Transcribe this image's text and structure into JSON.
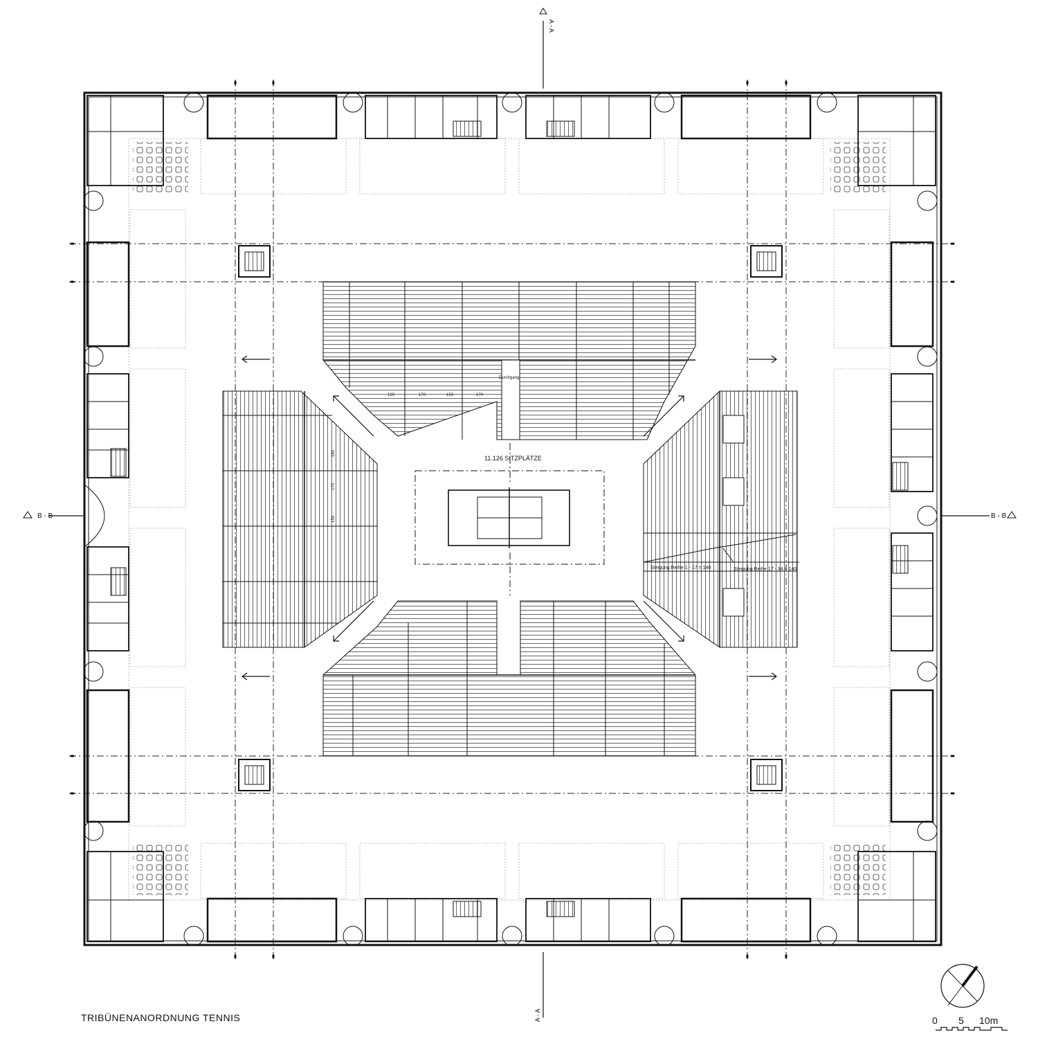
{
  "drawing": {
    "caption": "TRIBÜNENANORDNUNG TENNIS",
    "seat_count_label": "11.126 SITZPLÄTZE",
    "passage_label": "Durchgang",
    "section_aa": "A - A",
    "section_bb": "B - B",
    "row_dimensions": [
      "120",
      "170",
      "153",
      "170"
    ],
    "side_dimensions": [
      "180",
      "170",
      "153"
    ],
    "gradient_label_1": "Steigung Reihe 1 - 17 = 140",
    "gradient_label_2": "Steigung Reihe 17 - 34 = 140",
    "scale_bar": {
      "labels": [
        "0",
        "5",
        "10m"
      ]
    },
    "north_arrow_icon": "north-arrow-icon",
    "colors": {
      "ink": "#111111",
      "grey_line": "#9a9a9a"
    }
  }
}
